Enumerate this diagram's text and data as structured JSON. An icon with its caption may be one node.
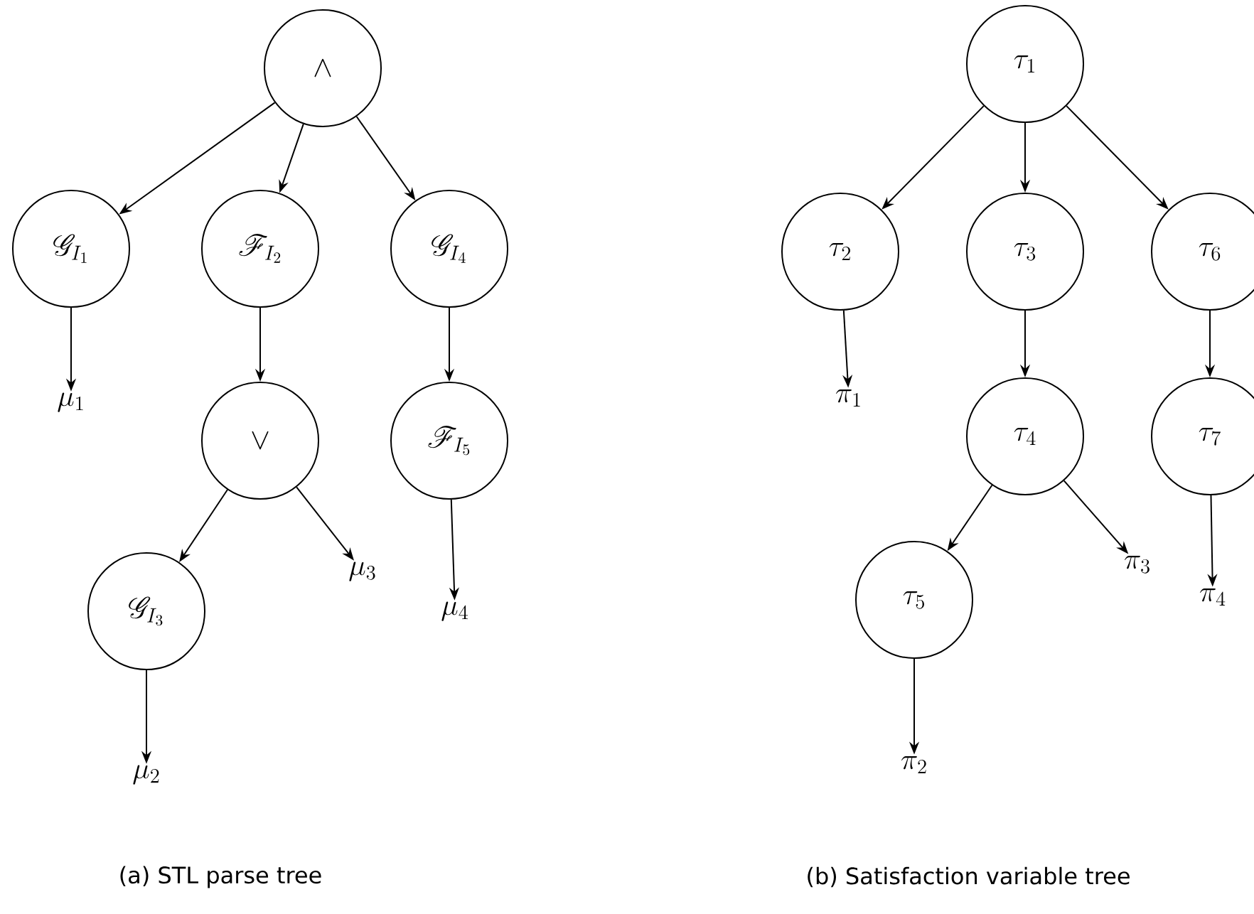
{
  "diagram": {
    "nodes": [
      {
        "text": [
          "\\wedge"
        ]
      },
      {
        "text": [
          "\\mathscr{G}_{I_1}"
        ]
      },
      {
        "text": [
          "\\mathscr{F}_{I_2}"
        ]
      },
      {
        "text": [
          "\\mathscr{G}_{I_4}"
        ]
      },
      {
        "text": [
          "\\mu_1"
        ]
      },
      {
        "text": [
          "\\vee"
        ]
      },
      {
        "text": [
          "\\mathscr{F}_{I_5}"
        ]
      },
      {
        "text": [
          "\\mathscr{G}_{I_3}"
        ]
      },
      {
        "text": [
          "\\mu_3"
        ]
      },
      {
        "text": [
          "\\mu_4"
        ]
      },
      {
        "text": [
          "\\mu_2"
        ]
      },
      {
        "text": [
          "\\tau_1"
        ]
      },
      {
        "text": [
          "\\tau_2"
        ]
      },
      {
        "text": [
          "\\tau_3"
        ]
      },
      {
        "text": [
          "\\tau_6"
        ]
      },
      {
        "text": [
          "\\pi_1"
        ]
      },
      {
        "text": [
          "\\tau_4"
        ]
      },
      {
        "text": [
          "\\tau_7"
        ]
      },
      {
        "text": [
          "\\tau_5"
        ]
      },
      {
        "text": [
          "\\pi_3"
        ]
      },
      {
        "text": [
          "\\pi_4"
        ]
      },
      {
        "text": [
          "\\pi_2"
        ]
      }
    ],
    "edges": [
      {
        "from": 0,
        "to": 1,
        "arrow": "to"
      },
      {
        "from": 0,
        "to": 2,
        "arrow": "to"
      },
      {
        "from": 0,
        "to": 3,
        "arrow": "to"
      },
      {
        "from": 1,
        "to": 4,
        "arrow": "to"
      },
      {
        "from": 2,
        "to": 5,
        "arrow": "to"
      },
      {
        "from": 3,
        "to": 6,
        "arrow": "to"
      },
      {
        "from": 5,
        "to": 7,
        "arrow": "to"
      },
      {
        "from": 5,
        "to": 8,
        "arrow": "to"
      },
      {
        "from": 6,
        "to": 9,
        "arrow": "to"
      },
      {
        "from": 7,
        "to": 10,
        "arrow": "to"
      },
      {
        "from": 11,
        "to": 12,
        "arrow": "to"
      },
      {
        "from": 11,
        "to": 13,
        "arrow": "to"
      },
      {
        "from": 11,
        "to": 14,
        "arrow": "to"
      },
      {
        "from": 12,
        "to": 15,
        "arrow": "to"
      },
      {
        "from": 13,
        "to": 16,
        "arrow": "to"
      },
      {
        "from": 14,
        "to": 17,
        "arrow": "to"
      },
      {
        "from": 16,
        "to": 18,
        "arrow": "to"
      },
      {
        "from": 16,
        "to": 19,
        "arrow": "to"
      },
      {
        "from": 17,
        "to": 20,
        "arrow": "to"
      },
      {
        "from": 18,
        "to": 21,
        "arrow": "to"
      }
    ],
    "labels": [
      "(a) STL parse tree",
      "(b) Satisfaction variable tree"
    ]
  }
}
